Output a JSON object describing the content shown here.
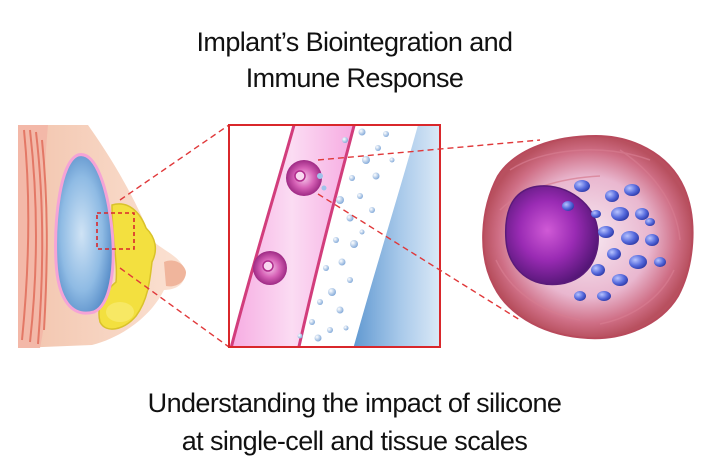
{
  "title": {
    "line1": "Implant’s Biointegration and",
    "line2": "Immune Response"
  },
  "caption": {
    "line1": "Understanding the impact of silicone",
    "line2": "at single-cell and tissue scales"
  },
  "colors": {
    "skin": "#f6d3c0",
    "muscle": "#e57d6c",
    "implant_blue": "#6fa4d8",
    "implant_border": "#f5a3d6",
    "fat_yellow": "#f1dc3a",
    "zoom_line": "#e0383a",
    "capsule_pink": "#f7b8e8",
    "cell_magenta": "#c73aa0",
    "nucleus_purple": "#8b28a8",
    "granule_blue": "#4d63d8"
  },
  "icons": [
    "breast-cross-section-icon",
    "implant-icon",
    "fat-tissue-icon",
    "zoom-box-icon",
    "immune-cell-icon",
    "macrophage-3d-icon"
  ]
}
